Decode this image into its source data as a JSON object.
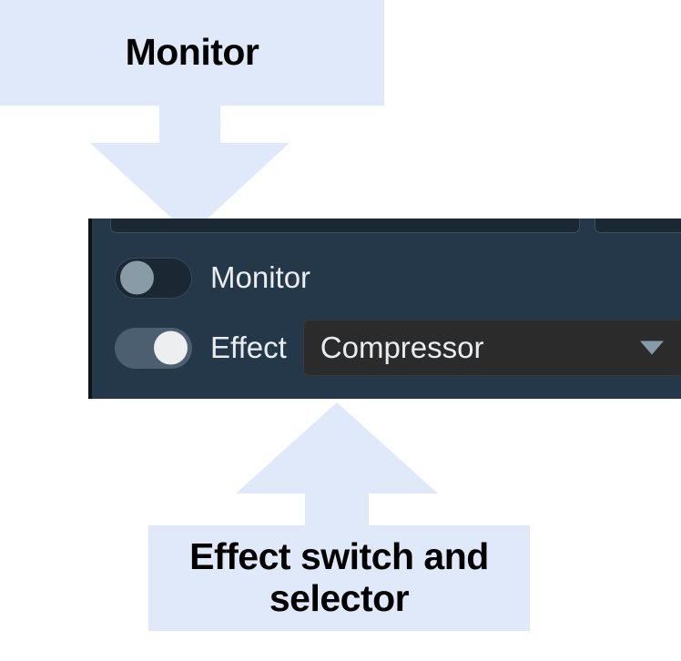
{
  "annotations": {
    "top": {
      "text": "Monitor",
      "points_to": "monitor-toggle",
      "box_color": "#dfe9f9",
      "text_color": "#000000"
    },
    "bottom": {
      "text": "Effect switch and selector",
      "points_to": "effect-toggle-and-select",
      "box_color": "#dfe9f9",
      "text_color": "#000000"
    },
    "arrow_color": "#dfe9f9"
  },
  "panel": {
    "background_color": "#25384a",
    "rows": [
      {
        "id": "monitor",
        "label": "Monitor",
        "toggle_state": "off",
        "track_color": "#1b2732",
        "knob_color": "#8a9ba8"
      },
      {
        "id": "effect",
        "label": "Effect",
        "toggle_state": "on",
        "track_color": "#4c5f70",
        "knob_color": "#eceef0"
      }
    ],
    "effect_select": {
      "value": "Compressor",
      "chevron": "chevron-down-icon",
      "background_color": "#2b2b2b",
      "text_color": "#e9edf0"
    }
  }
}
